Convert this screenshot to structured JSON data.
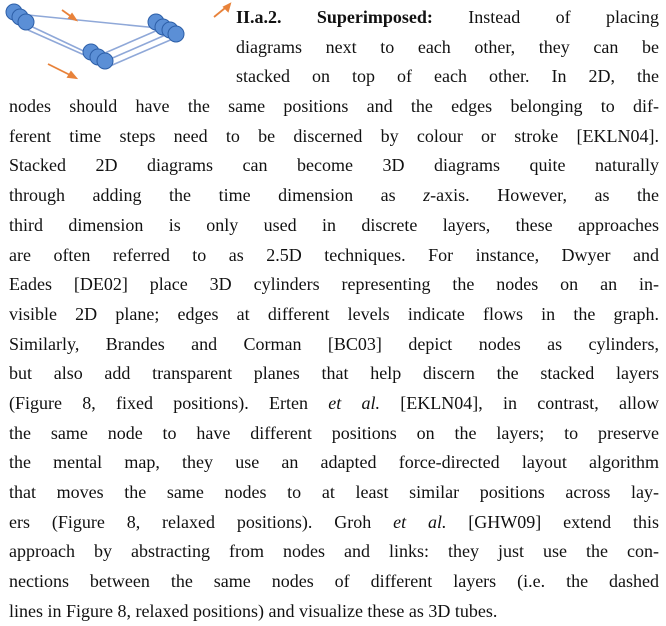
{
  "section": {
    "heading": "II.a.2. Superimposed:",
    "lines": [
      [
        "Instead of placing"
      ],
      [
        "diagrams next to each other, they can be"
      ],
      [
        "stacked on top of each other. In 2D, the"
      ],
      [
        "nodes should have the same positions and the edges belonging to dif-"
      ],
      [
        "ferent time steps need to be discerned by colour or stroke [EKLN04]."
      ],
      [
        "Stacked 2D diagrams can become 3D diagrams quite naturally"
      ],
      [
        "through adding the time dimension as ",
        {
          "i": "z"
        },
        "-axis. However, as the"
      ],
      [
        "third dimension is only used in discrete layers, these approaches"
      ],
      [
        "are often referred to as 2.5D techniques. For instance, Dwyer and"
      ],
      [
        "Eades [DE02] place 3D cylinders representing the nodes on an in-"
      ],
      [
        "visible 2D plane; edges at different levels indicate flows in the graph."
      ],
      [
        "Similarly, Brandes and Corman [BC03] depict nodes as cylinders,"
      ],
      [
        "but also add transparent planes that help discern the stacked layers"
      ],
      [
        "(Figure 8, fixed positions). Erten ",
        {
          "i": "et al."
        },
        " [EKLN04], in contrast, allow"
      ],
      [
        "the same node to have different positions on the layers; to preserve"
      ],
      [
        "the mental map, they use an adapted force-directed layout algorithm"
      ],
      [
        "that moves the same nodes to at least similar positions across lay-"
      ],
      [
        "ers (Figure 8, relaxed positions). Groh ",
        {
          "i": "et al."
        },
        " [GHW09] extend this"
      ],
      [
        "approach by abstracting from nodes and links: they just use the con-"
      ],
      [
        "nections between the same nodes of different layers (i.e. the dashed"
      ],
      [
        "lines in Figure 8, relaxed positions) and visualize these as 3D tubes."
      ]
    ]
  },
  "colors": {
    "node_fill": "#5b8fd6",
    "node_stroke": "#2d5fa8",
    "edge": "#8fa8d8",
    "arrow": "#e8823a"
  },
  "icons": [
    "superimposed-graph-icon",
    "arrow-icon"
  ]
}
